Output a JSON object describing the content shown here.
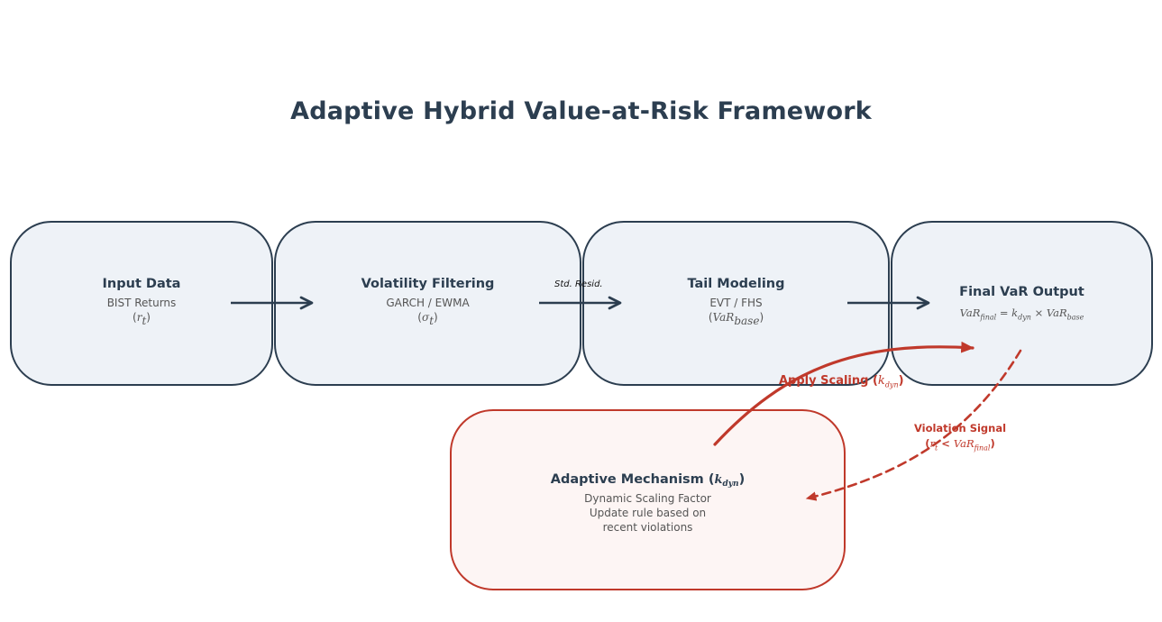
{
  "title": "Adaptive Hybrid Value-at-Risk Framework",
  "nodes": {
    "input": {
      "title": "Input Data",
      "sub1": "BIST Returns",
      "sub2_var": "r",
      "sub2_idx": "t"
    },
    "vol": {
      "title": "Volatility Filtering",
      "sub1": "GARCH / EWMA",
      "sub2_var": "σ",
      "sub2_idx": "t"
    },
    "tail": {
      "title": "Tail Modeling",
      "sub1": "EVT / FHS",
      "sub2_var": "VaR",
      "sub2_idx": "base"
    },
    "final": {
      "title": "Final VaR Output",
      "formula": {
        "lhs": "VaR",
        "lhs_idx": "final",
        "k": "k",
        "k_idx": "dyn",
        "rhs": "VaR",
        "rhs_idx": "base"
      }
    },
    "adapt": {
      "title_prefix": "Adaptive Mechanism (",
      "title_var": "k",
      "title_idx": "dyn",
      "title_suffix": ")",
      "line1": "Dynamic Scaling Factor",
      "line2": "Update rule based on",
      "line3": "recent violations"
    }
  },
  "edges": {
    "std_resid": "Std. Resid.",
    "apply_prefix": "Apply Scaling (",
    "apply_var": "k",
    "apply_idx": "dyn",
    "apply_suffix": ")",
    "violation_line1": "Violation Signal",
    "violation_r": "r",
    "violation_r_idx": "t",
    "violation_op": " < ",
    "violation_var": "VaR",
    "violation_idx": "final"
  },
  "colors": {
    "primary": "#2c3e50",
    "accent": "#c0392b",
    "node_fill": "#eef2f7",
    "adapt_fill": "#fdf5f4"
  }
}
